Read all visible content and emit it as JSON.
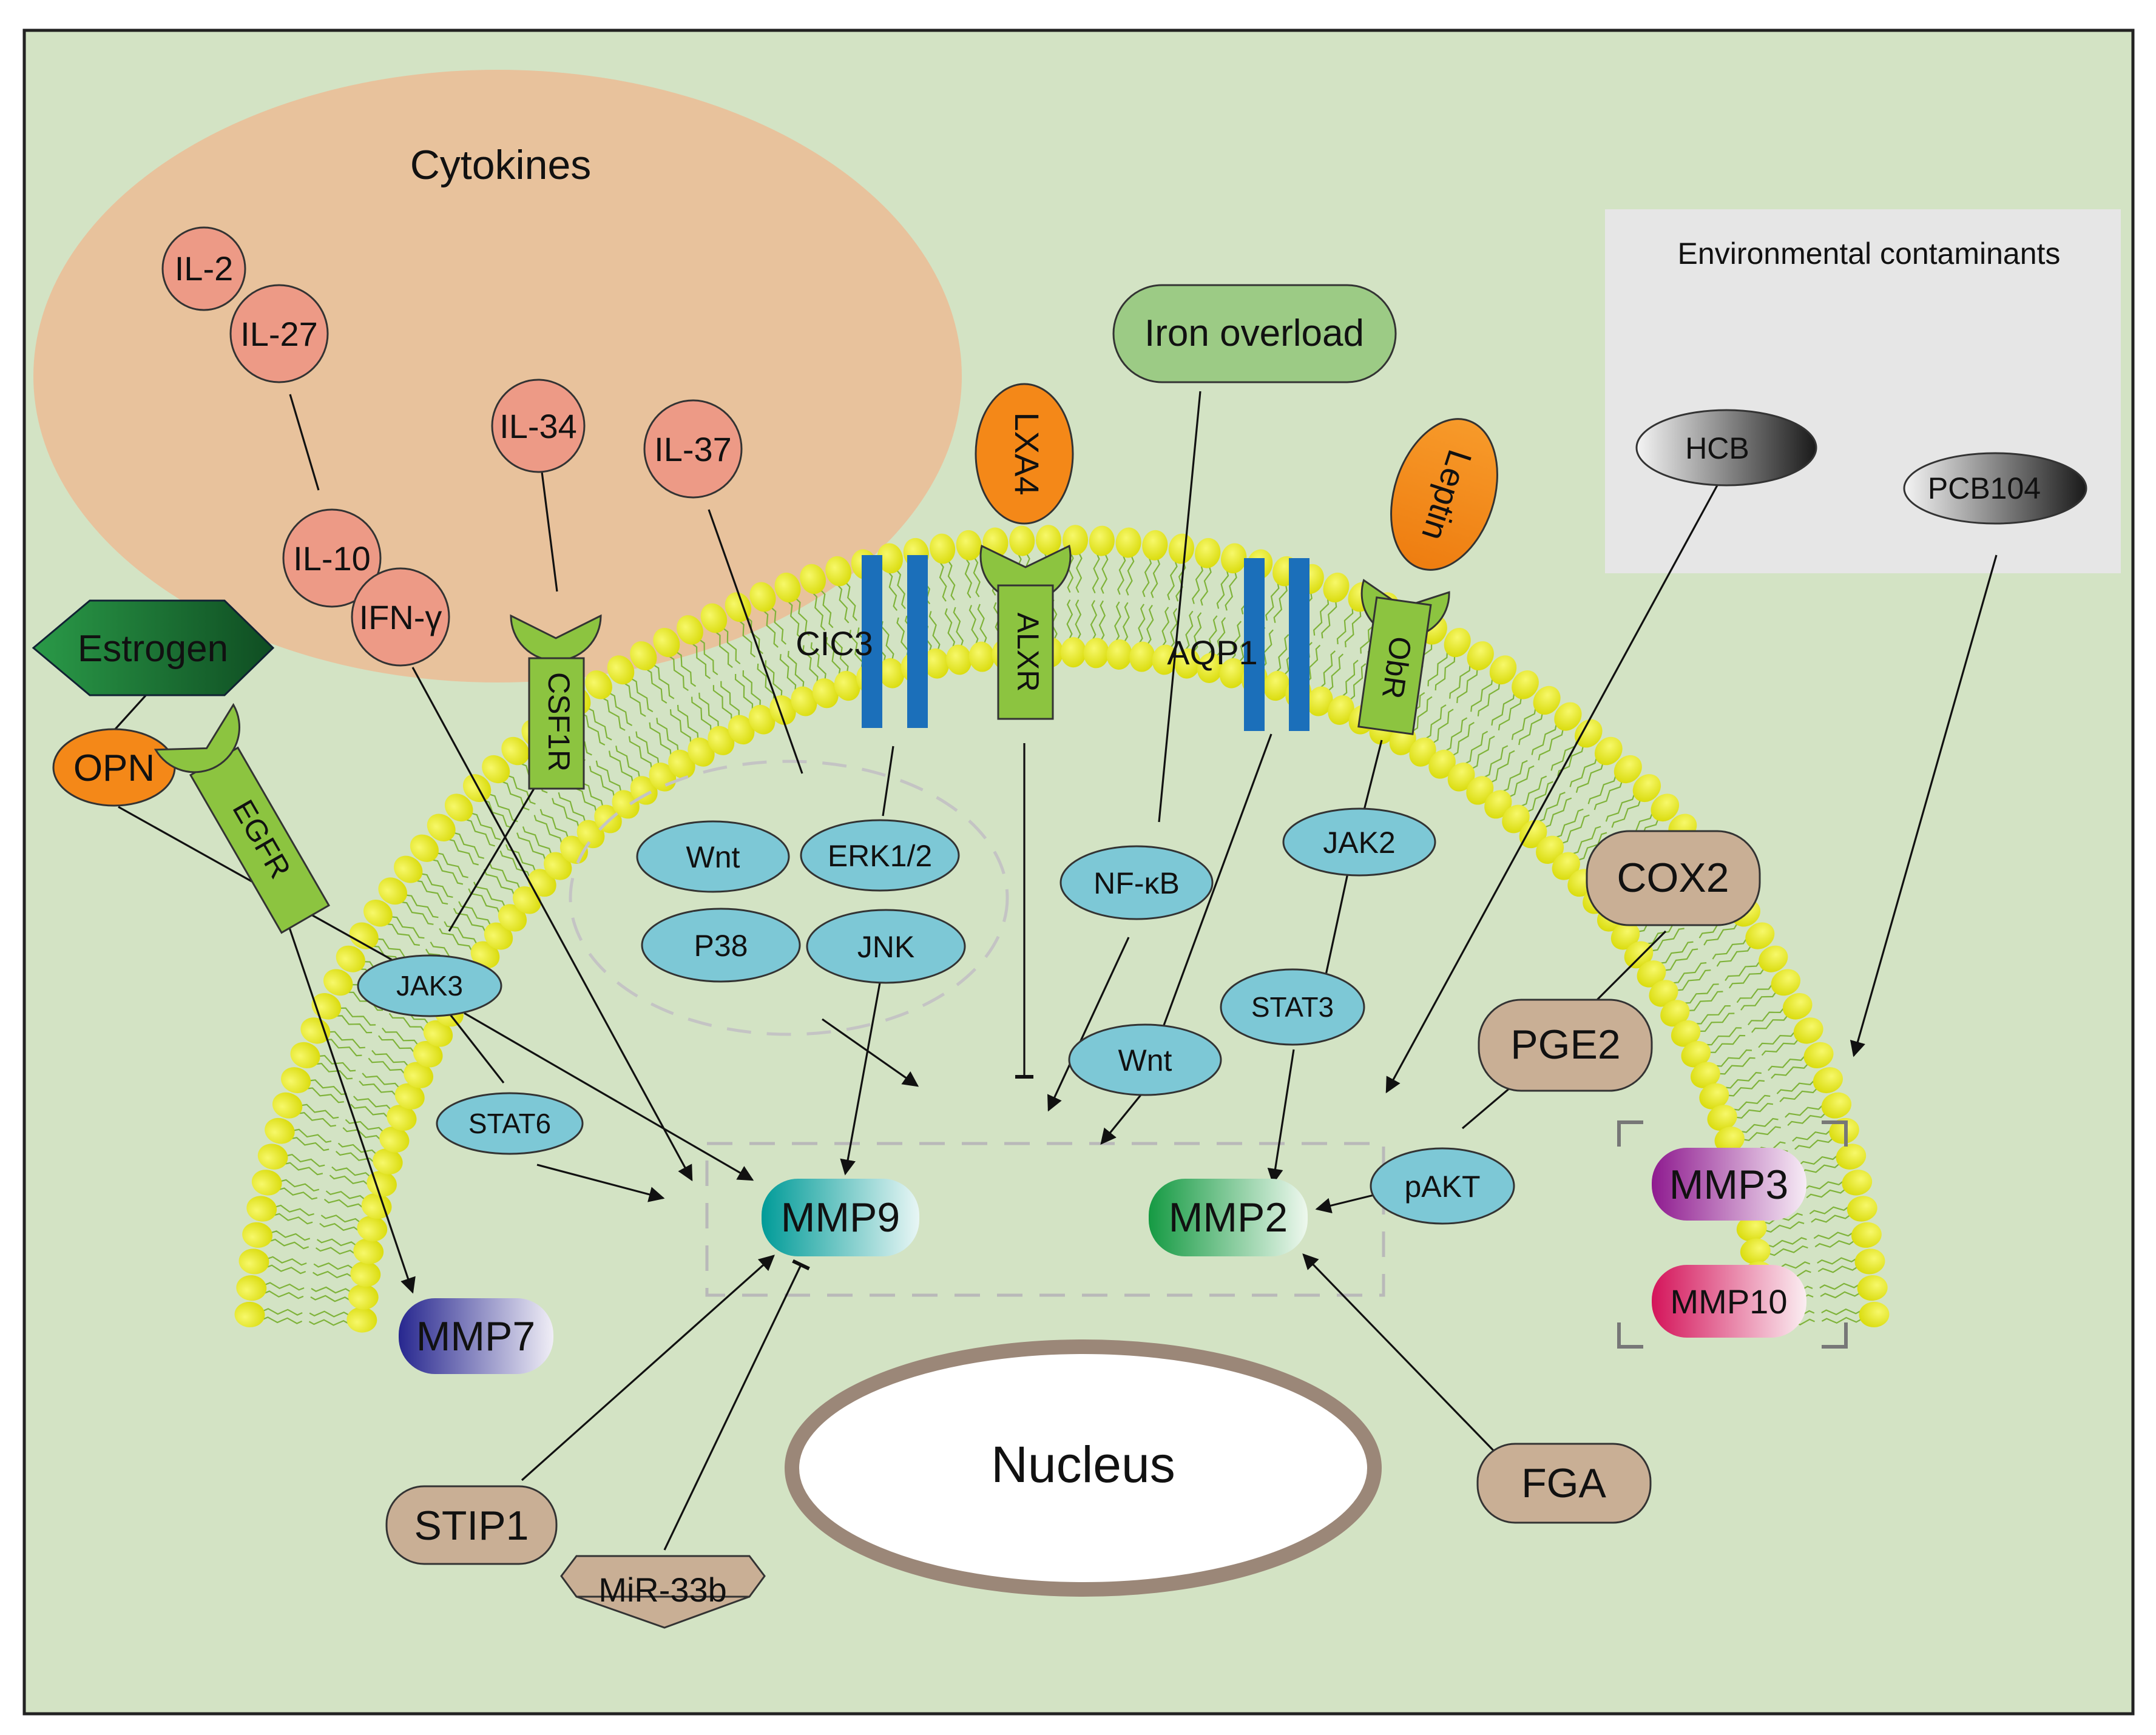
{
  "cytokines": {
    "title": "Cytokines",
    "il2": "IL-2",
    "il27": "IL-27",
    "il34": "IL-34",
    "il37": "IL-37",
    "il10": "IL-10",
    "ifng": "IFN-γ"
  },
  "environment": {
    "title": "Environmental contaminants",
    "hcb": "HCB",
    "pcb104": "PCB104"
  },
  "inducers": {
    "estrogen": "Estrogen",
    "opn": "OPN",
    "iron": "Iron overload",
    "lxa4": "LXA4",
    "leptin": "Leptin",
    "cox2": "COX2",
    "pge2": "PGE2",
    "stip1": "STIP1",
    "mir33b": "MiR-33b",
    "fga": "FGA"
  },
  "receptors": {
    "egfr": "EGFR",
    "csf1r": "CSF1R",
    "cic3": "CIC3",
    "alxr": "ALXR",
    "aqp1": "AQP1",
    "obr": "ObR"
  },
  "signaling": {
    "wnt1": "Wnt",
    "erk": "ERK1/2",
    "p38": "P38",
    "jnk": "JNK",
    "nfkb": "NF-κB",
    "jak2": "JAK2",
    "jak3": "JAK3",
    "stat3": "STAT3",
    "stat6": "STAT6",
    "wnt2": "Wnt",
    "pakt": "pAKT"
  },
  "mmps": {
    "mmp9": "MMP9",
    "mmp2": "MMP2",
    "mmp7": "MMP7",
    "mmp3": "MMP3",
    "mmp10": "MMP10"
  },
  "nucleus": "Nucleus",
  "colors": {
    "cell_background": "#d3e3c4",
    "cytokine_region": "#e8c29c",
    "cytokine_node": "#ed9a86",
    "signaling_node": "#7dc8d6",
    "receptor": "#8cc440",
    "membrane_head": "#e4e614",
    "channel": "#1b6fba",
    "ligand_orange": "#f48818",
    "inducer_tan": "#c9af95",
    "iron_green": "#9ccb85",
    "estrogen_green": "#1f7a38",
    "nucleus_border": "#9b8778"
  }
}
